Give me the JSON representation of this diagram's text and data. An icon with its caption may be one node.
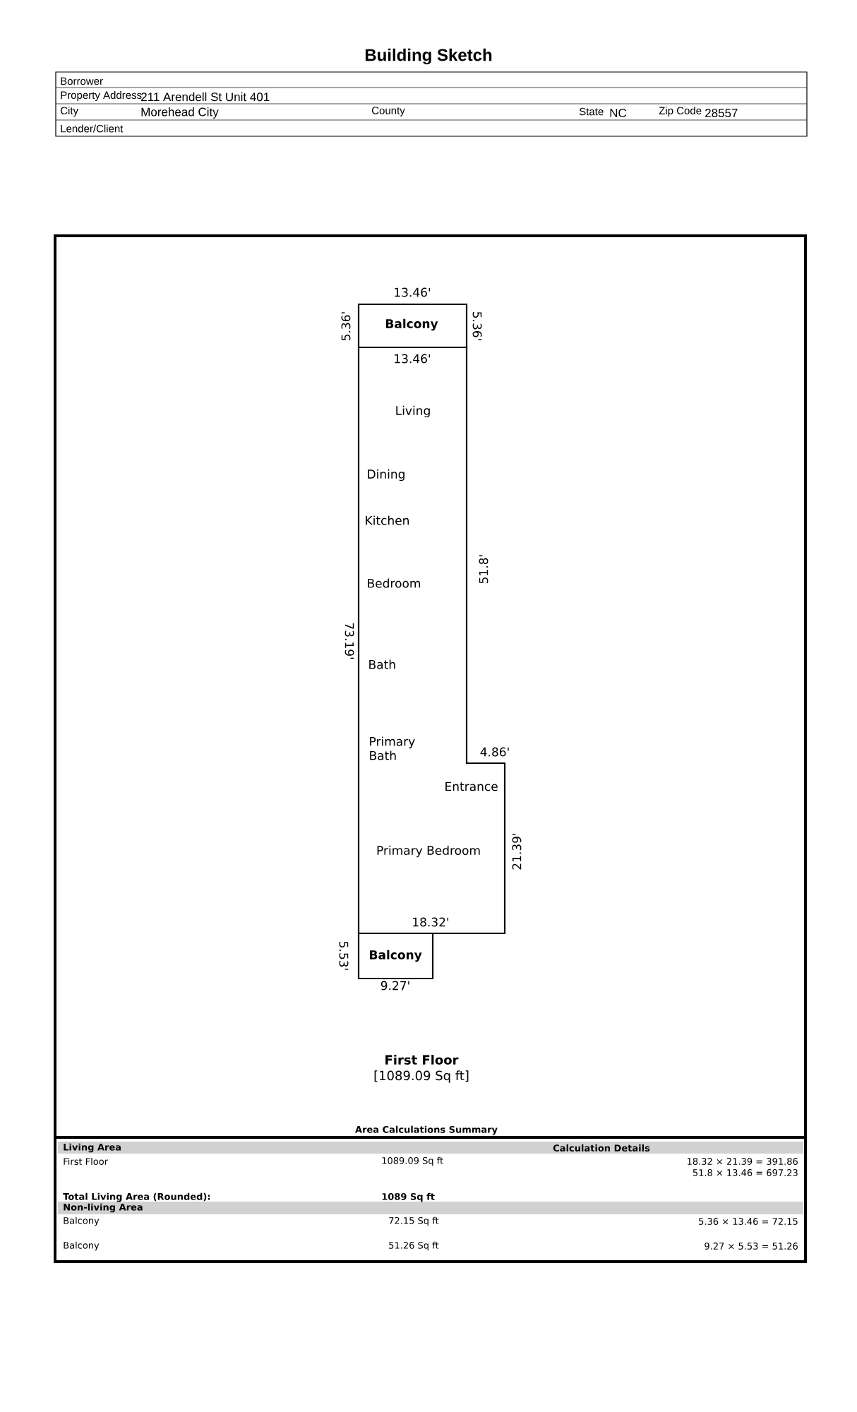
{
  "diagram": {
    "title": "Building Sketch",
    "nodes": [
      {
        "text": [
          "Balcony"
        ]
      },
      {
        "text": [
          "Living",
          "Dining",
          "Kitchen",
          "Bedroom",
          "Bath",
          "Primary Bath",
          "Entrance",
          "Primary Bedroom"
        ]
      },
      {
        "text": [
          "Balcony"
        ]
      }
    ],
    "edges": [],
    "labels": [
      "Borrower",
      "Property Address",
      "211 Arendell St Unit 401",
      "City",
      "Morehead City",
      "County",
      "State",
      "NC",
      "Zip Code",
      "28557",
      "Lender/Client",
      "13.46'",
      "5.36'",
      "5.36'",
      "13.46'",
      "51.8'",
      "73.19'",
      "4.86'",
      "21.39'",
      "18.32'",
      "5.53'",
      "9.27'",
      "First Floor",
      "[1089.09 Sq ft]",
      "Area Calculations Summary",
      "Living Area",
      "Calculation Details",
      "First Floor",
      "1089.09 Sq ft",
      "18.32 × 21.39 = 391.86",
      "51.8 × 13.46 = 697.23",
      "Total Living Area (Rounded):",
      "1089 Sq ft",
      "Non-living Area",
      "Balcony",
      "72.15 Sq ft",
      "5.36 × 13.46 = 72.15",
      "Balcony",
      "51.26 Sq ft",
      "9.27 × 5.53 = 51.26"
    ]
  }
}
